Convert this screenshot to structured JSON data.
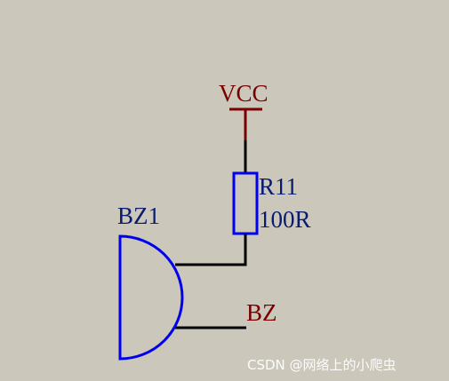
{
  "diagram": {
    "power_net": "VCC",
    "resistor": {
      "ref": "R11",
      "value": "100R"
    },
    "buzzer": {
      "ref": "BZ1"
    },
    "signal_net": "BZ"
  },
  "watermark": "CSDN @网络上的小爬虫",
  "colors": {
    "background": "#cbc7bb",
    "wire": "#000000",
    "power": "#7a0000",
    "component": "#0000ee",
    "ref_text": "#0a1a6e",
    "net_text": "#7a0000"
  }
}
